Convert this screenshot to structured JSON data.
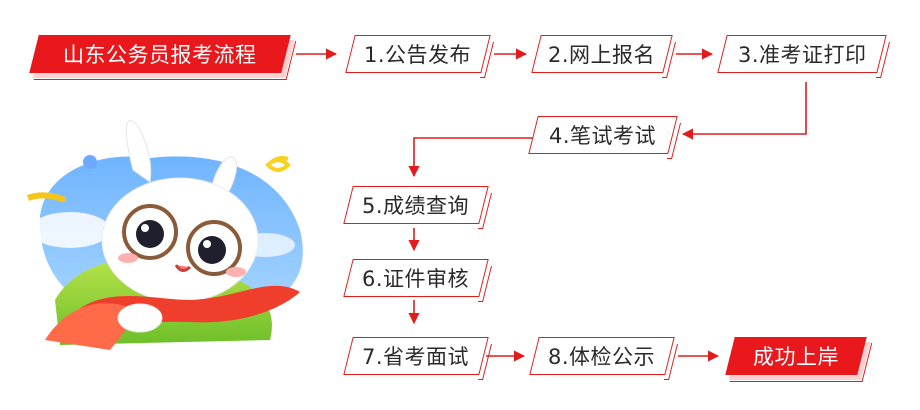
{
  "title": "山东公务员报考流程",
  "steps": [
    "1.公告发布",
    "2.网上报名",
    "3.准考证打印",
    "4.笔试考试",
    "5.成绩查询",
    "6.证件审核",
    "7.省考面试",
    "8.体检公示"
  ],
  "final": "成功上岸",
  "colors": {
    "accent": "#e8181c",
    "outline": "#e21b1b",
    "text": "#2a2a2a"
  }
}
